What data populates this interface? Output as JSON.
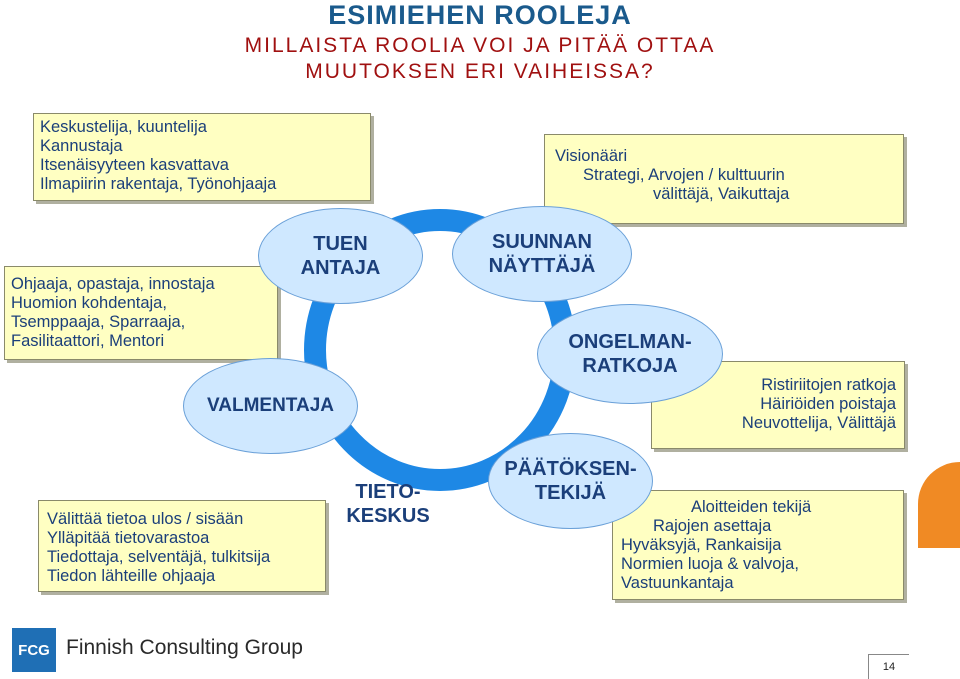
{
  "title": {
    "main": "ESIMIEHEN ROOLEJA",
    "line2": "MILLAISTA ROOLIA VOI JA PITÄÄ OTTAA",
    "line3": "MUUTOKSEN ERI VAIHEISSA?"
  },
  "boxes": {
    "top_left": [
      "Keskustelija, kuuntelija",
      "Kannustaja",
      "Itsenäisyyteen kasvattava",
      "Ilmapiirin rakentaja, Työnohjaaja"
    ],
    "mid_left": [
      "Ohjaaja, opastaja, innostaja",
      "Huomion kohdentaja,",
      "Tsemppaaja, Sparraaja,",
      "Fasilitaattori, Mentori"
    ],
    "bottom_left": [
      "Välittää tietoa ulos / sisään",
      "Ylläpitää tietovarastoa",
      "Tiedottaja, selventäjä, tulkitsija",
      "Tiedon lähteille ohjaaja"
    ],
    "top_right": [
      "Visionääri",
      "Strategi, Arvojen / kulttuurin",
      "välittäjä, Vaikuttaja"
    ],
    "mid_right": [
      "Ristiriitojen ratkoja",
      "Häiriöiden poistaja",
      "Neuvottelija, Välittäjä"
    ],
    "bottom_right": [
      "Aloitteiden tekijä",
      "Rajojen asettaja",
      "Hyväksyjä, Rankaisija",
      "Normien luoja & valvoja,",
      "Vastuunkantaja"
    ]
  },
  "roles": {
    "tuen_antaja": [
      "TUEN",
      "ANTAJA"
    ],
    "suunnan_nayttaja": [
      "SUUNNAN",
      "NÄYTTÄJÄ"
    ],
    "valmentaja": [
      "VALMENTAJA"
    ],
    "ongelmanratkoja": [
      "ONGELMAN-",
      "RATKOJA"
    ],
    "tietokeskus": [
      "TIETO-",
      "KESKUS"
    ],
    "paatoksentekija": [
      "PÄÄTÖKSEN-",
      "TEKIJÄ"
    ]
  },
  "footer": {
    "logo_text": "FCG",
    "company": "Finnish Consulting Group",
    "page_number": "14"
  },
  "colors": {
    "title_blue": "#1a5a8c",
    "title_red": "#a01010",
    "box_fill": "#ffffc2",
    "ring_blue": "#1e88e5",
    "ellipse_fill": "#cfe8ff",
    "accent_orange": "#f08a24"
  }
}
